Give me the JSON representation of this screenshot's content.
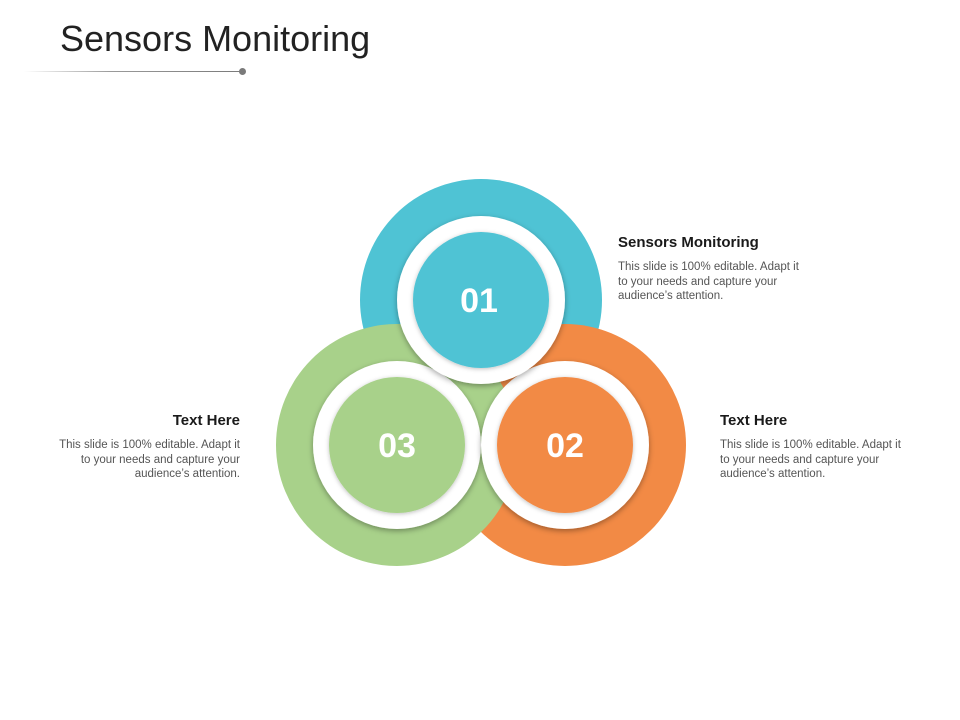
{
  "slide": {
    "title": "Sensors Monitoring"
  },
  "colors": {
    "blue": "#4fc3d4",
    "orange": "#f28a45",
    "green": "#a8d18a",
    "ring": "#ffffff"
  },
  "items": [
    {
      "number": "01",
      "heading": "Sensors Monitoring",
      "body": "This slide is 100% editable. Adapt it to your needs and capture your audience’s attention."
    },
    {
      "number": "02",
      "heading": "Text Here",
      "body": "This slide is 100% editable. Adapt it to your needs and capture your audience’s attention."
    },
    {
      "number": "03",
      "heading": "Text Here",
      "body": "This slide is 100% editable. Adapt it to your needs and capture your audience’s attention."
    }
  ]
}
